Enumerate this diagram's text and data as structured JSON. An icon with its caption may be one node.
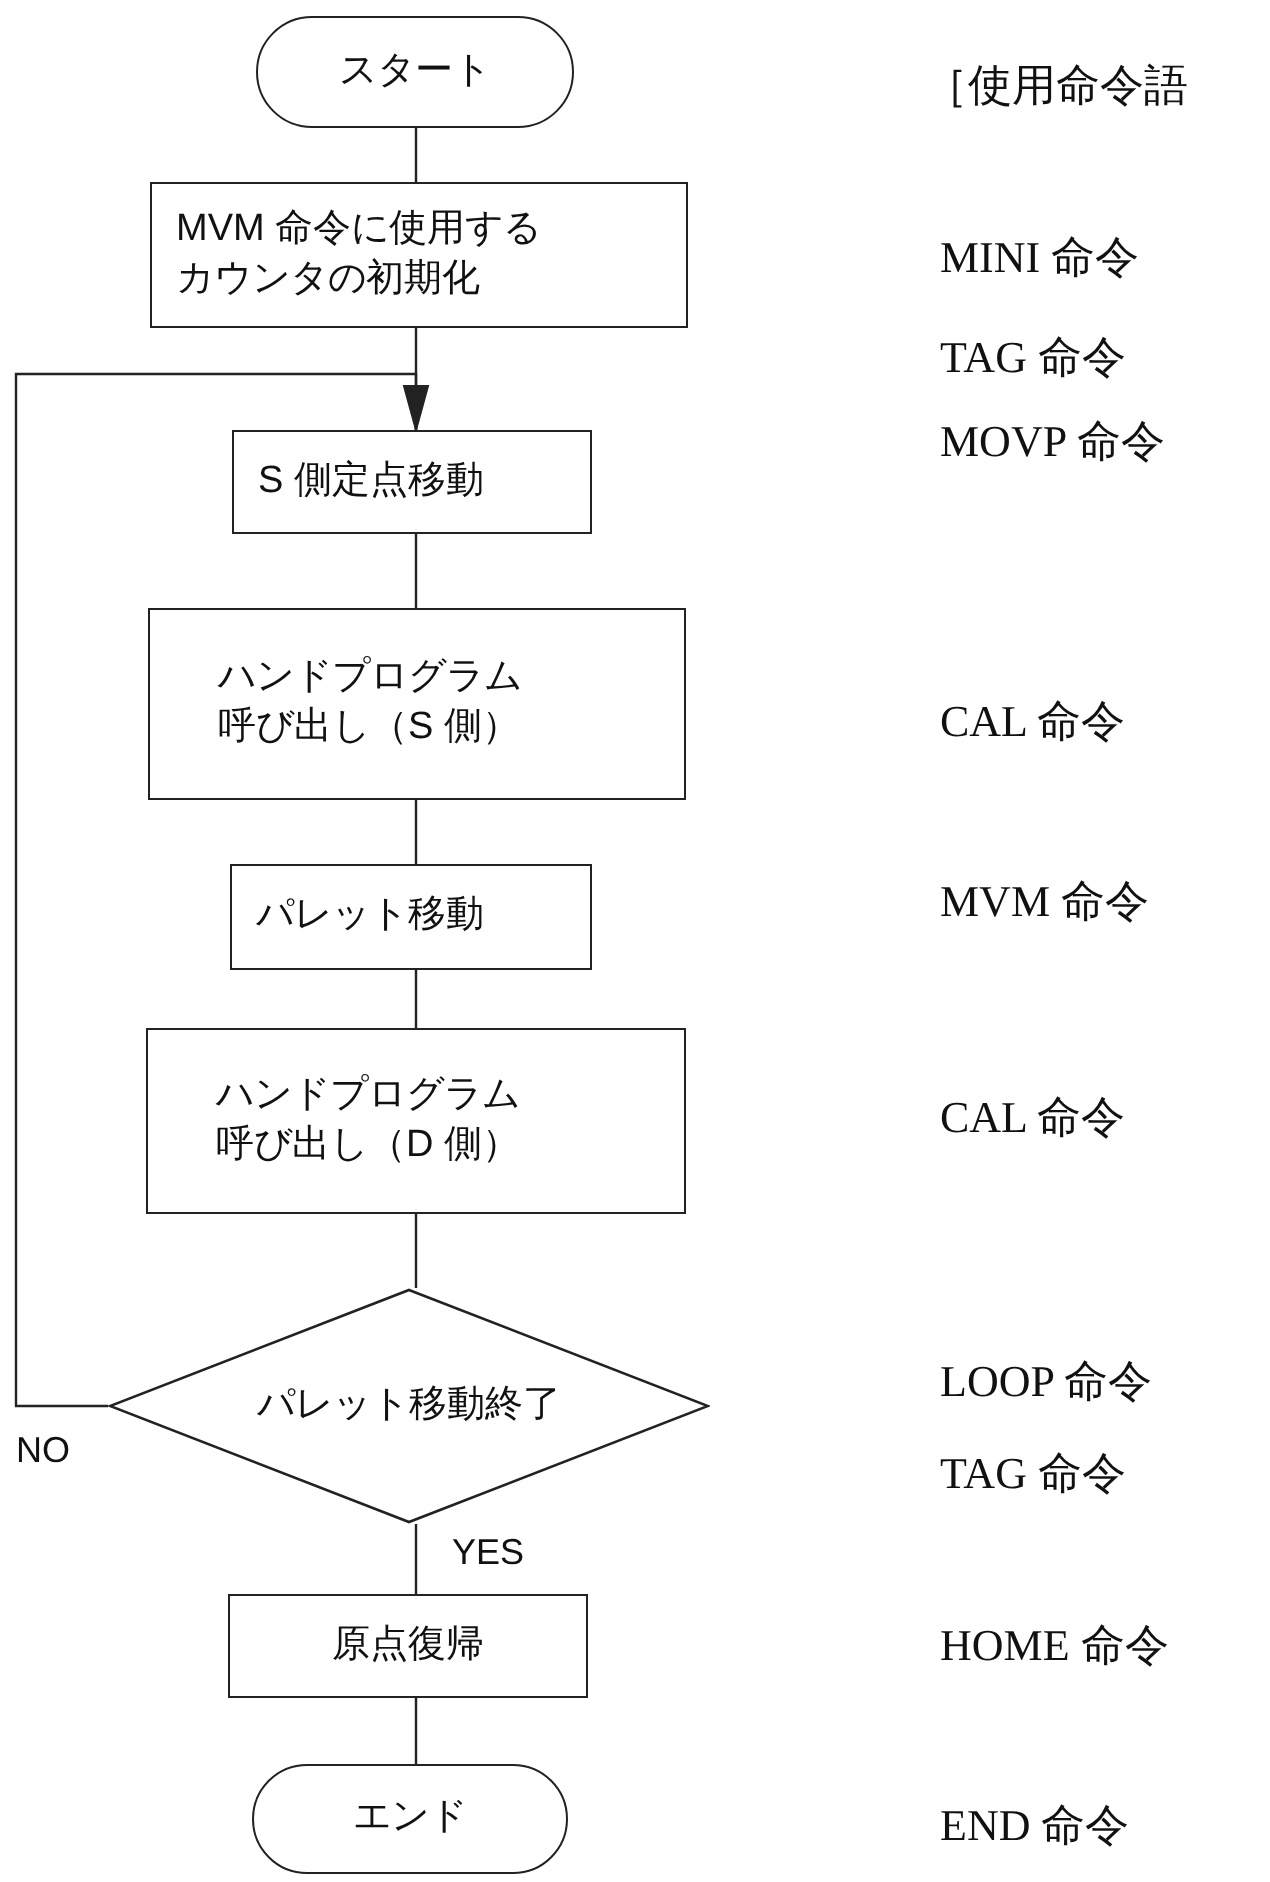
{
  "diagram": {
    "nodes": [
      {
        "text": [
          "スタート"
        ]
      },
      {
        "text": [
          "MVM 命令に使用するカウンタの初期化"
        ]
      },
      {
        "text": [
          "S 側定点移動"
        ]
      },
      {
        "text": [
          "ハンドプログラム呼び出し（S 側）"
        ]
      },
      {
        "text": [
          "パレット移動"
        ]
      },
      {
        "text": [
          "ハンドプログラム呼び出し（D 側）"
        ]
      },
      {
        "text": [
          "パレット移動終了"
        ]
      },
      {
        "text": [
          "原点復帰"
        ]
      },
      {
        "text": [
          "エンド"
        ]
      }
    ],
    "edges": [
      {
        "from": 0,
        "to": 1,
        "arrow": "none"
      },
      {
        "from": 1,
        "to": 2,
        "arrow": "none"
      },
      {
        "from": 2,
        "to": 3,
        "arrow": "none"
      },
      {
        "from": 3,
        "to": 4,
        "arrow": "none"
      },
      {
        "from": 4,
        "to": 5,
        "arrow": "none"
      },
      {
        "from": 5,
        "to": 6,
        "arrow": "none"
      },
      {
        "from": 6,
        "to": 7,
        "label": "YES",
        "arrow": "none"
      },
      {
        "from": 6,
        "to": 2,
        "label": "NO",
        "arrow": "to"
      },
      {
        "from": 7,
        "to": 8,
        "arrow": "none"
      }
    ],
    "labels": [
      "［使用命令語",
      "MINI 命令",
      "TAG 命令",
      "MOVP 命令",
      "CAL 命令",
      "MVM 命令",
      "CAL 命令",
      "LOOP 命令",
      "TAG 命令",
      "HOME 命令",
      "END 命令"
    ]
  }
}
